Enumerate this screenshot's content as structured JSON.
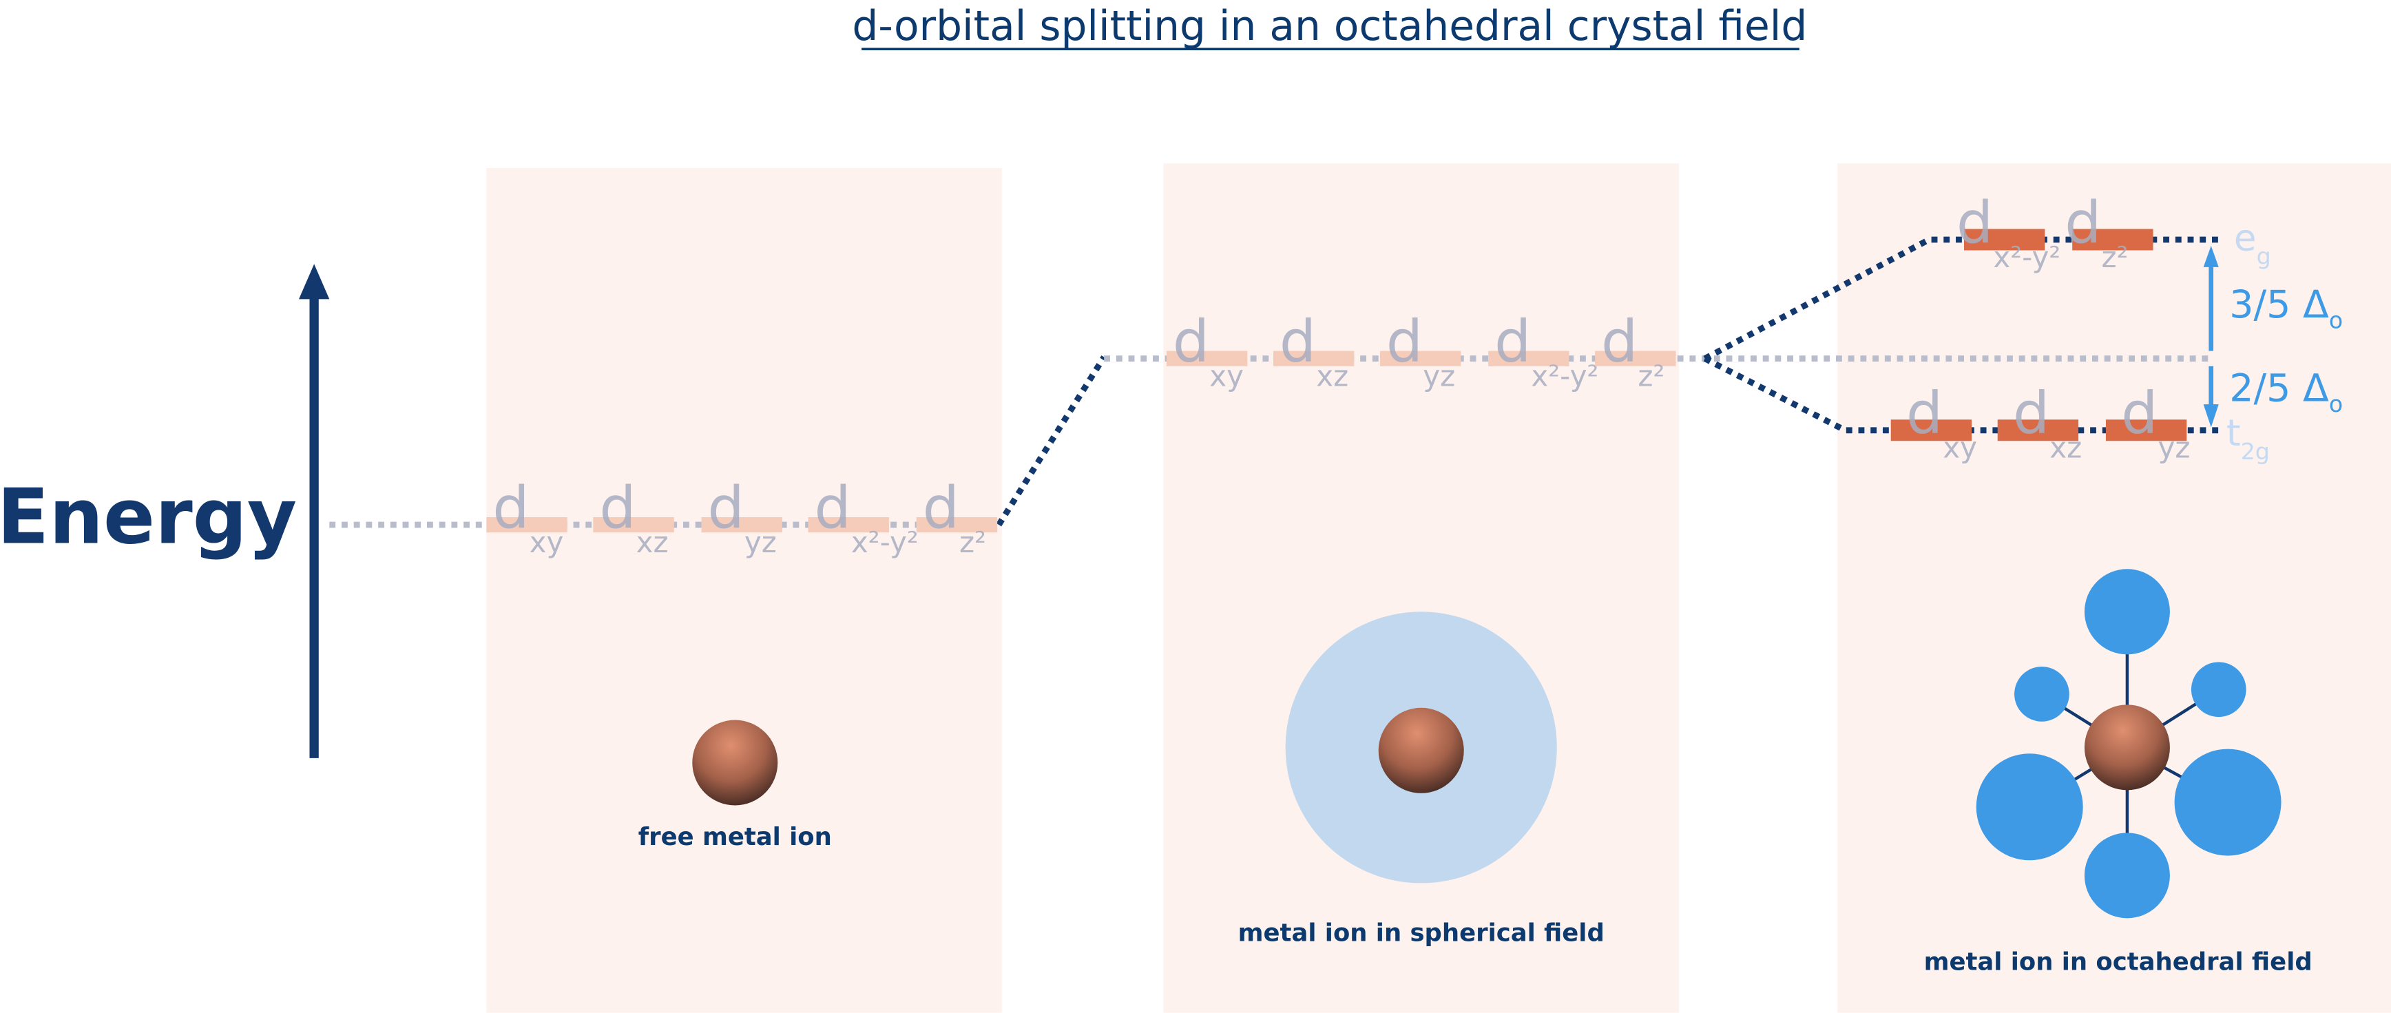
{
  "title": "d-orbital splitting in an octahedral crystal field",
  "axis": {
    "label": "Energy"
  },
  "panels": [
    {
      "caption": "free metal ion",
      "orbitals": [
        {
          "main": "d",
          "sub": "xy"
        },
        {
          "main": "d",
          "sub": "xz"
        },
        {
          "main": "d",
          "sub": "yz"
        },
        {
          "main": "d",
          "sub": "x²-y²"
        },
        {
          "main": "d",
          "sub": "z²"
        }
      ]
    },
    {
      "caption": "metal ion in spherical field",
      "orbitals": [
        {
          "main": "d",
          "sub": "xy"
        },
        {
          "main": "d",
          "sub": "xz"
        },
        {
          "main": "d",
          "sub": "yz"
        },
        {
          "main": "d",
          "sub": "x²-y²"
        },
        {
          "main": "d",
          "sub": "z²"
        }
      ]
    },
    {
      "caption": "metal ion in octahedral field",
      "eg_orbitals": [
        {
          "main": "d",
          "sub": "x²-y²"
        },
        {
          "main": "d",
          "sub": "z²"
        }
      ],
      "t2g_orbitals": [
        {
          "main": "d",
          "sub": "xy"
        },
        {
          "main": "d",
          "sub": "xz"
        },
        {
          "main": "d",
          "sub": "yz"
        }
      ],
      "eg_label": {
        "main": "e",
        "sub": "g"
      },
      "t2g_label": {
        "main": "t",
        "sub": "2g"
      },
      "upper_split": {
        "main": "3/5 Δ",
        "sub": "o"
      },
      "lower_split": {
        "main": "2/5 Δ",
        "sub": "o"
      }
    }
  ],
  "colors": {
    "panel": "#fdf2ee",
    "navy": "#12386e",
    "degenerate_orbital": "#f5cbb9",
    "split_orbital": "#d96a45",
    "delta_blue": "#3f9ae6",
    "spherical_field": "#c1d8ee",
    "ligand": "#3f9ae6"
  }
}
